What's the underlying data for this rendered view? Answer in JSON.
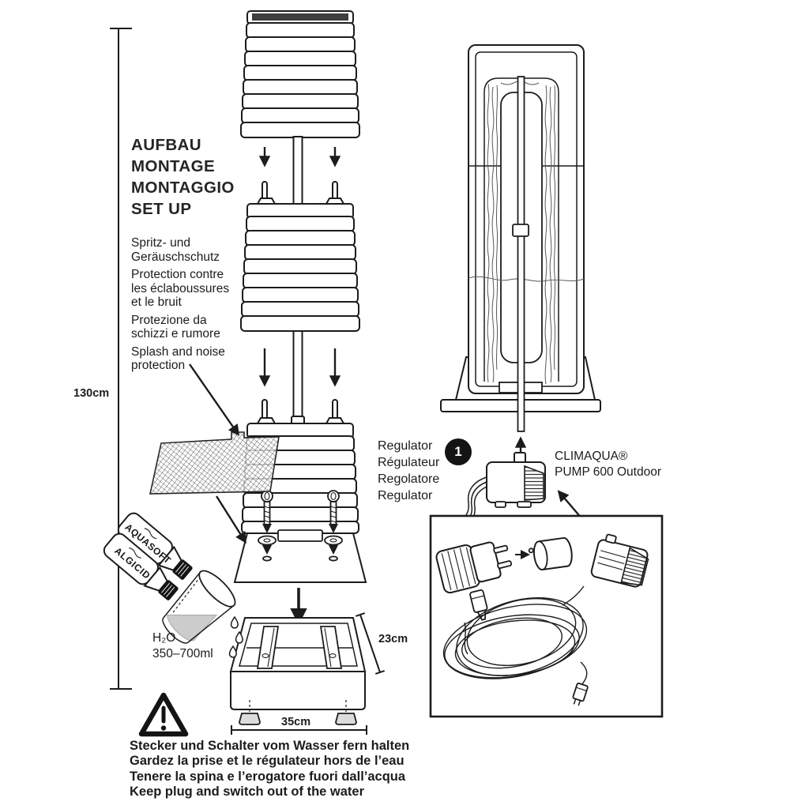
{
  "title": {
    "lines": [
      "AUFBAU",
      "MONTAGE",
      "MONTAGGIO",
      "SET UP"
    ]
  },
  "measurements": {
    "total_height": "130cm",
    "basin_depth": "23cm",
    "basin_width": "35cm"
  },
  "splash_protection": {
    "de": [
      "Spritz- und",
      "Geräuschschutz"
    ],
    "fr": [
      "Protection contre",
      "les éclaboussures",
      "et le bruit"
    ],
    "it": [
      "Protezione da",
      "schizzi e rumore"
    ],
    "en": [
      "Splash and noise",
      "protection"
    ]
  },
  "regulator": {
    "step": "1",
    "labels": [
      "Regulator",
      "Régulateur",
      "Regolatore",
      "Regulator"
    ]
  },
  "pump_label": {
    "brand": "CLIMAQUA®",
    "model": "PUMP 600 Outdoor"
  },
  "additives": {
    "bottle_1": "AQUASOFT",
    "bottle_2": "ALGICID"
  },
  "water": {
    "formula": "H₂O",
    "volume": "350–700ml"
  },
  "warning": {
    "de": "Stecker und Schalter vom Wasser fern halten",
    "fr": "Gardez la prise et le régulateur hors de l’eau",
    "it": "Tenere la spina e l’erogatore fuori dall’acqua",
    "en": "Keep plug and switch out of the water"
  },
  "colors": {
    "ink": "#1c1c1c",
    "background": "#ffffff"
  }
}
